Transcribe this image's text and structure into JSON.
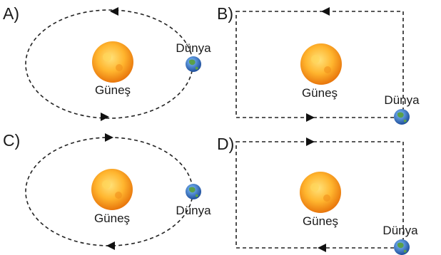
{
  "options": [
    {
      "letter": "A)",
      "shape": "ellipse",
      "sun_label": "Güneş",
      "earth_label": "Dünya"
    },
    {
      "letter": "B)",
      "shape": "rectangle",
      "sun_label": "Güneş",
      "earth_label": "Dünya"
    },
    {
      "letter": "C)",
      "shape": "ellipse",
      "sun_label": "Güneş",
      "earth_label": "Dünya"
    },
    {
      "letter": "D)",
      "shape": "rectangle",
      "sun_label": "Güneş",
      "earth_label": "Dünya"
    }
  ],
  "colors": {
    "sun_outer": "#f08a12",
    "sun_inner": "#ffcf4a",
    "earth_ocean": "#2a6fc4",
    "earth_land": "#5aa04a",
    "path": "#222222"
  }
}
